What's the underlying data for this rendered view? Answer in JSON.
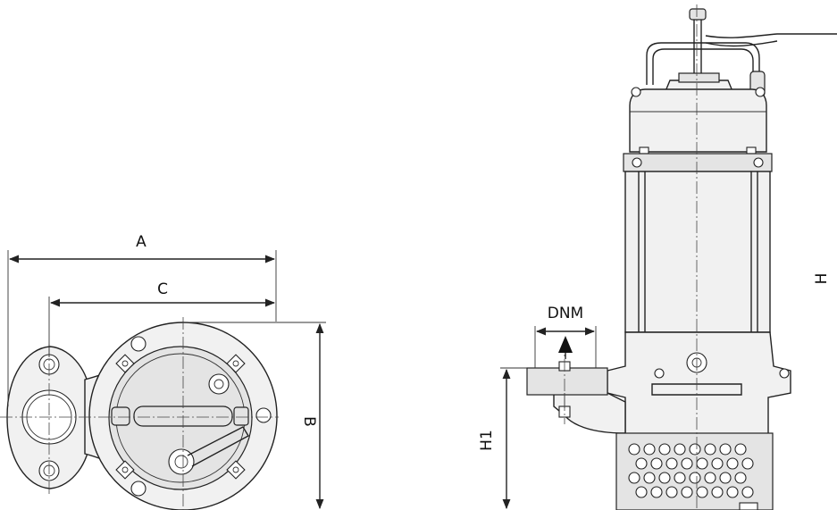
{
  "labels": {
    "A": "A",
    "B": "B",
    "C": "C",
    "H": "H",
    "H1": "H1",
    "DNM": "DNM"
  }
}
